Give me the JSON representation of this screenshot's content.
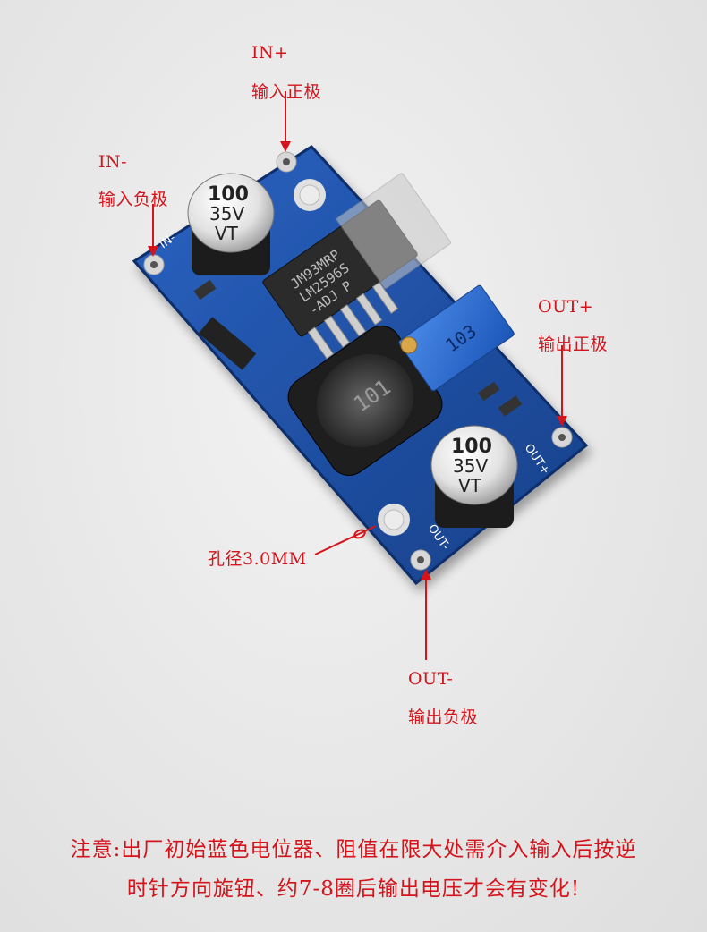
{
  "labels": {
    "in_plus": {
      "name": "IN+",
      "desc": "输入正极"
    },
    "in_minus": {
      "name": "IN-",
      "desc": "输入负极"
    },
    "out_plus": {
      "name": "OUT+",
      "desc": "输出正极"
    },
    "out_minus": {
      "name": "OUT-",
      "desc": "输出负极"
    },
    "hole": "孔径3.0MM"
  },
  "board": {
    "cap_top": [
      "100",
      "35V",
      "VT"
    ],
    "cap_bottom": [
      "100",
      "35V",
      "VT"
    ],
    "chip": [
      "JM93MRP",
      "LM2596S",
      "-ADJ   P"
    ],
    "pot_code": "103",
    "silk_in": "IN-",
    "silk_out_plus": "OUT+",
    "silk_out_minus": "OUT-",
    "colors": {
      "pcb": "#1c4fa3",
      "pot": "#2d6fd4",
      "accent": "#d4131b"
    }
  },
  "note": {
    "line1": "注意:出厂初始蓝色电位器、阻值在限大处需介入输入后按逆",
    "line2": "时针方向旋钮、约7-8圈后输出电压才会有变化!"
  }
}
